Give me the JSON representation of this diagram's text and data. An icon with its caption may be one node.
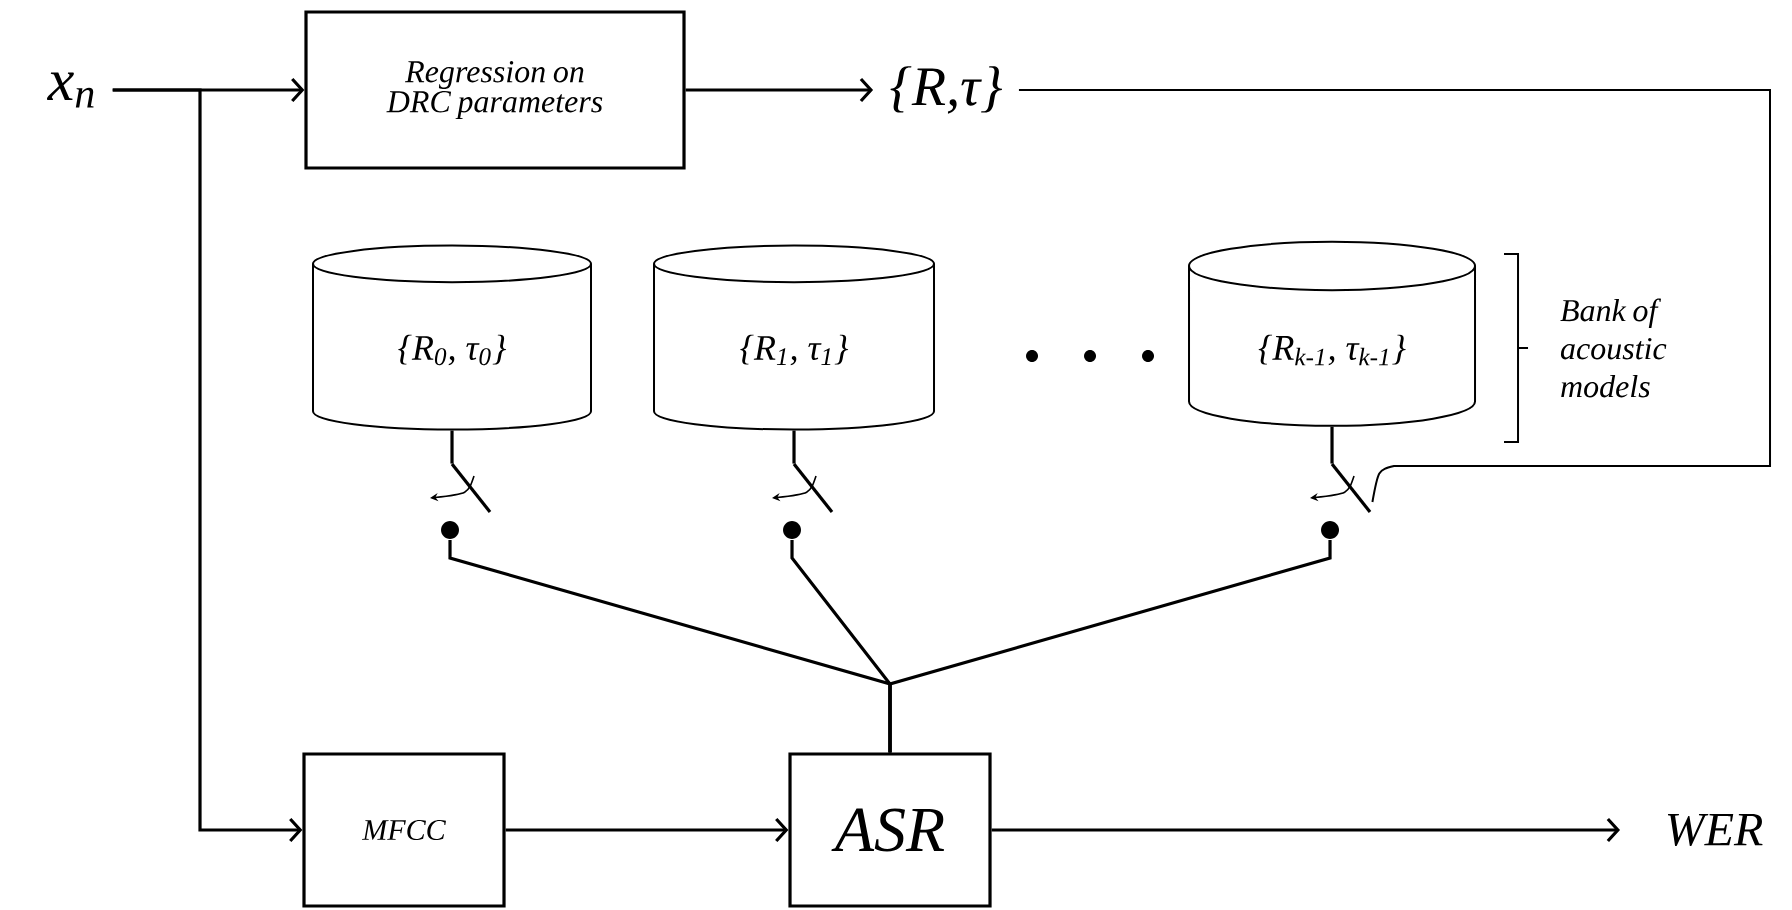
{
  "diagram": {
    "nodes": [
      {
        "text": [
          "x$_{n}$"
        ]
      },
      {
        "text": [
          "Regression on DRC parameters"
        ]
      },
      {
        "text": [
          "{R,τ}"
        ]
      },
      {
        "text": [
          "{R$_{0}$, τ$_{0}$}"
        ]
      },
      {
        "text": [
          "{R$_{1}$, τ$_{1}$}"
        ]
      },
      {
        "text": [
          "{R$_{k-1}$, τ$_{k-1}$}"
        ]
      },
      {
        "text": [],
        "shape": "switch"
      },
      {
        "text": [],
        "shape": "switch"
      },
      {
        "text": [],
        "shape": "switch"
      },
      {
        "text": [
          "MFCC"
        ]
      },
      {
        "text": [
          "ASR"
        ]
      },
      {
        "text": [
          "WER"
        ]
      }
    ],
    "edges": [
      {
        "from": 0,
        "to": 1,
        "arrow": "to"
      },
      {
        "from": 0,
        "to": 9,
        "arrow": "to"
      },
      {
        "from": 1,
        "to": 2,
        "arrow": "to"
      },
      {
        "from": 2,
        "to": 8,
        "arrow": "none"
      },
      {
        "from": 3,
        "to": 6,
        "arrow": "none"
      },
      {
        "from": 4,
        "to": 7,
        "arrow": "none"
      },
      {
        "from": 5,
        "to": 8,
        "arrow": "none"
      },
      {
        "from": 6,
        "to": 10,
        "arrow": "none"
      },
      {
        "from": 7,
        "to": 10,
        "arrow": "none"
      },
      {
        "from": 8,
        "to": 10,
        "arrow": "none"
      },
      {
        "from": 9,
        "to": 10,
        "arrow": "to"
      },
      {
        "from": 10,
        "to": 11,
        "arrow": "to"
      }
    ],
    "labels": [
      "Bank of acoustic models"
    ]
  }
}
